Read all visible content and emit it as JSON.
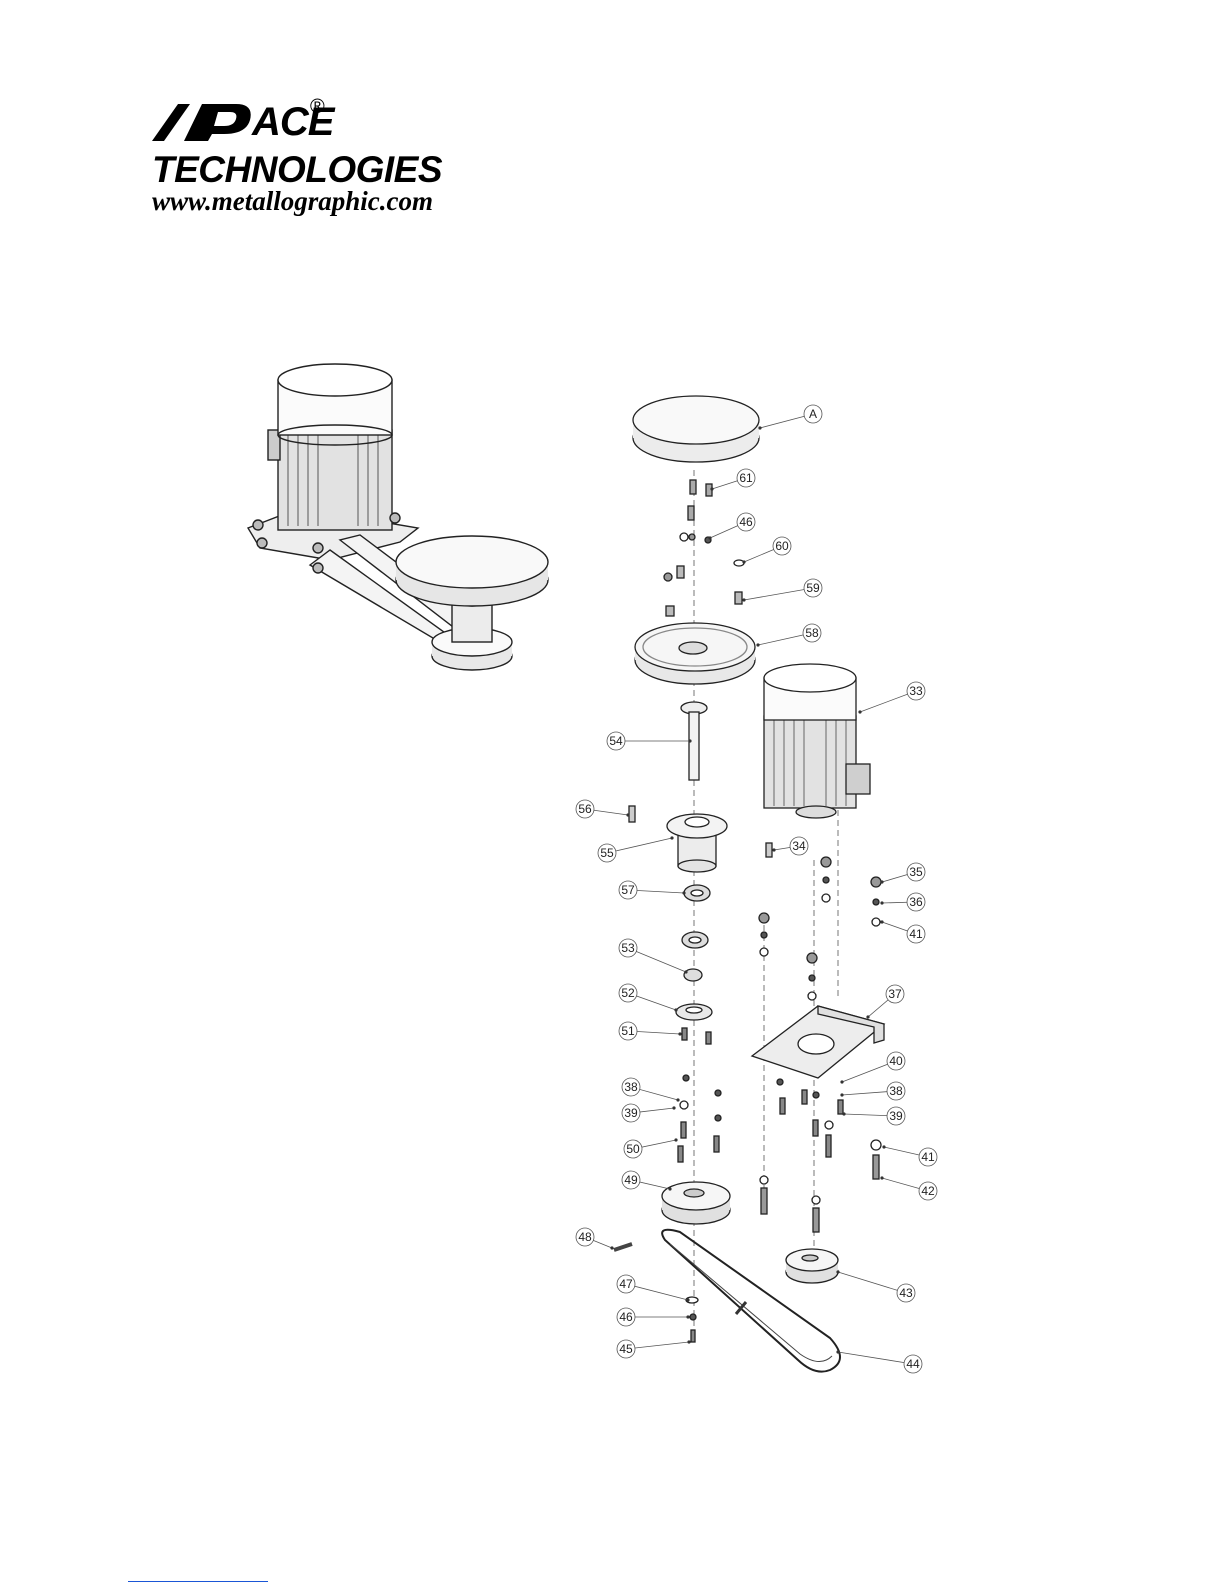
{
  "logo": {
    "brand_top": "ACE",
    "registered": "®",
    "brand_bottom": "TECHNOLOGIES",
    "url": "www.metallographic.com"
  },
  "assembly_view": {
    "component_names": [
      "motor",
      "platen",
      "belt",
      "pulley",
      "base-plate"
    ]
  },
  "exploded_view": {
    "callouts": [
      "A",
      "61",
      "46",
      "60",
      "59",
      "58",
      "33",
      "54",
      "56",
      "55",
      "34",
      "35",
      "36",
      "41",
      "57",
      "53",
      "37",
      "52",
      "51",
      "38",
      "39",
      "40",
      "38",
      "39",
      "50",
      "41",
      "42",
      "49",
      "48",
      "43",
      "47",
      "46",
      "45",
      "44"
    ]
  },
  "colors": {
    "ink": "#000000",
    "line": "#333333",
    "callout_stroke": "#555555",
    "footer_link": "#1a56d6"
  }
}
